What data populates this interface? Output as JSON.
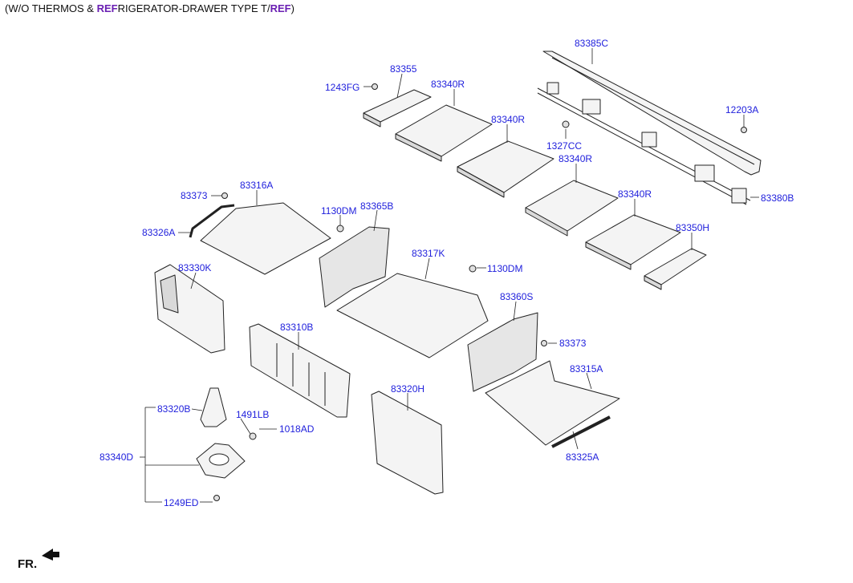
{
  "header": {
    "part1": "(W/O THERMOS & ",
    "ref1": "REF",
    "part2": "RIGERATOR-DRAWER TYPE T/",
    "ref2": "REF",
    "part3": ")"
  },
  "labels": {
    "p83385C": "83385C",
    "p83355": "83355",
    "p1243FG": "1243FG",
    "p83340R_1": "83340R",
    "p83340R_2": "83340R",
    "p83340R_3": "83340R",
    "p83340R_4": "83340R",
    "p12203A": "12203A",
    "p1327CC": "1327CC",
    "p83380B": "83380B",
    "p83373_top": "83373",
    "p83316A": "83316A",
    "p1130DM_1": "1130DM",
    "p83365B": "83365B",
    "p83326A": "83326A",
    "p83350H": "83350H",
    "p83317K": "83317K",
    "p1130DM_2": "1130DM",
    "p83330K": "83330K",
    "p83360S": "83360S",
    "p83310B": "83310B",
    "p83373_right": "83373",
    "p83315A": "83315A",
    "p83320H": "83320H",
    "p83320B": "83320B",
    "p1491LB": "1491LB",
    "p1018AD": "1018AD",
    "p83340D": "83340D",
    "p83325A": "83325A",
    "p1249ED": "1249ED"
  },
  "footer": {
    "direction": "FR."
  },
  "colors": {
    "label": "#1e1edc",
    "ref": "#6a1fb3",
    "line": "#222222",
    "part_fill": "#f4f4f4",
    "part_shade": "#d9d9d9"
  }
}
